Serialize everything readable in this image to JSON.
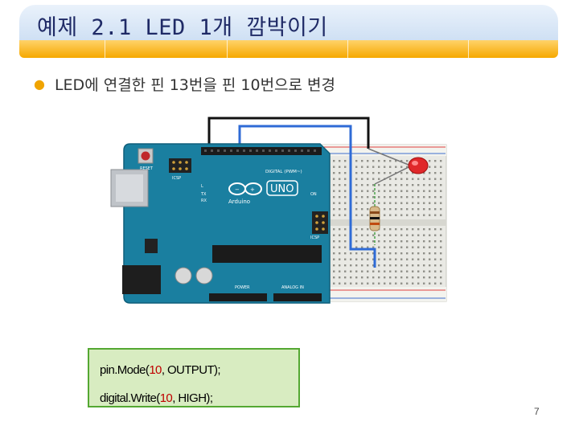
{
  "slide": {
    "title": "예제 2.1  LED 1개 깜박이기",
    "bullet": "LED에 연결한 핀 13번을 핀 10번으로 변경",
    "code": {
      "line1_prefix": "pin.Mode(",
      "line1_arg": "10",
      "line1_suffix": ", OUTPUT);",
      "line2_prefix": "digital.Write(",
      "line2_arg": "10",
      "line2_suffix": ", HIGH);"
    },
    "page_number": "7"
  },
  "figure": {
    "board_labels": {
      "reset": "RESET",
      "icsp": "ICSP",
      "icsp2": "ICSP",
      "digital": "DIGITAL (PWM~)",
      "uno": "UNO",
      "brand": "Arduino",
      "on": "ON",
      "tx": "TX",
      "rx": "RX",
      "l": "L",
      "power": "POWER",
      "analog": "ANALOG IN"
    }
  },
  "colors": {
    "title": "#1f2a66",
    "accent_orange": "#f6a800",
    "board": "#1a7fa0",
    "code_bg": "#d8ecc1",
    "code_border": "#54a832",
    "highlight_number": "#c00000",
    "wire_blue": "#2f6bd6",
    "wire_black": "#111111",
    "led_red": "#e0282a"
  }
}
